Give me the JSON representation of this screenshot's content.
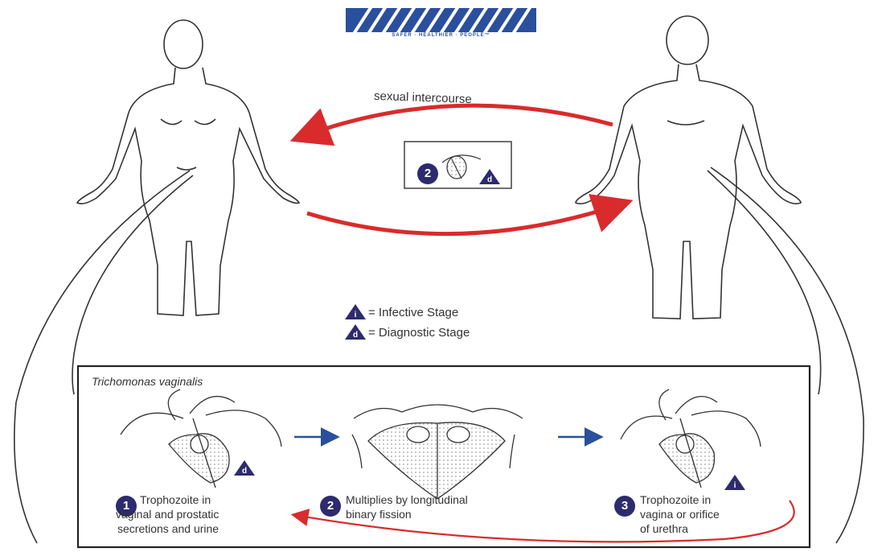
{
  "logo": {
    "tagline": "SAFER · HEALTHIER · PEOPLE™"
  },
  "transmission": {
    "label": "sexual intercourse"
  },
  "center_badge": {
    "number": "2"
  },
  "legend": [
    {
      "symbol": "i",
      "text": "= Infective Stage"
    },
    {
      "symbol": "d",
      "text": "= Diagnostic Stage"
    }
  ],
  "cycle_box": {
    "title": "Trichomonas vaginalis",
    "stages": [
      {
        "number": "1",
        "symbol": "d",
        "text_lines": [
          "Trophozoite in",
          "vaginal and prostatic",
          "secretions and urine"
        ]
      },
      {
        "number": "2",
        "text_lines": [
          "Multiplies by longitudinal",
          "binary fission"
        ]
      },
      {
        "number": "3",
        "symbol": "i",
        "text_lines": [
          "Trophozoite in",
          "vagina or orifice",
          "of urethra"
        ]
      }
    ]
  },
  "colors": {
    "arrow_red": "#d92b2b",
    "badge_navy": "#2d2a6e",
    "logo_blue": "#2a4f9c"
  }
}
